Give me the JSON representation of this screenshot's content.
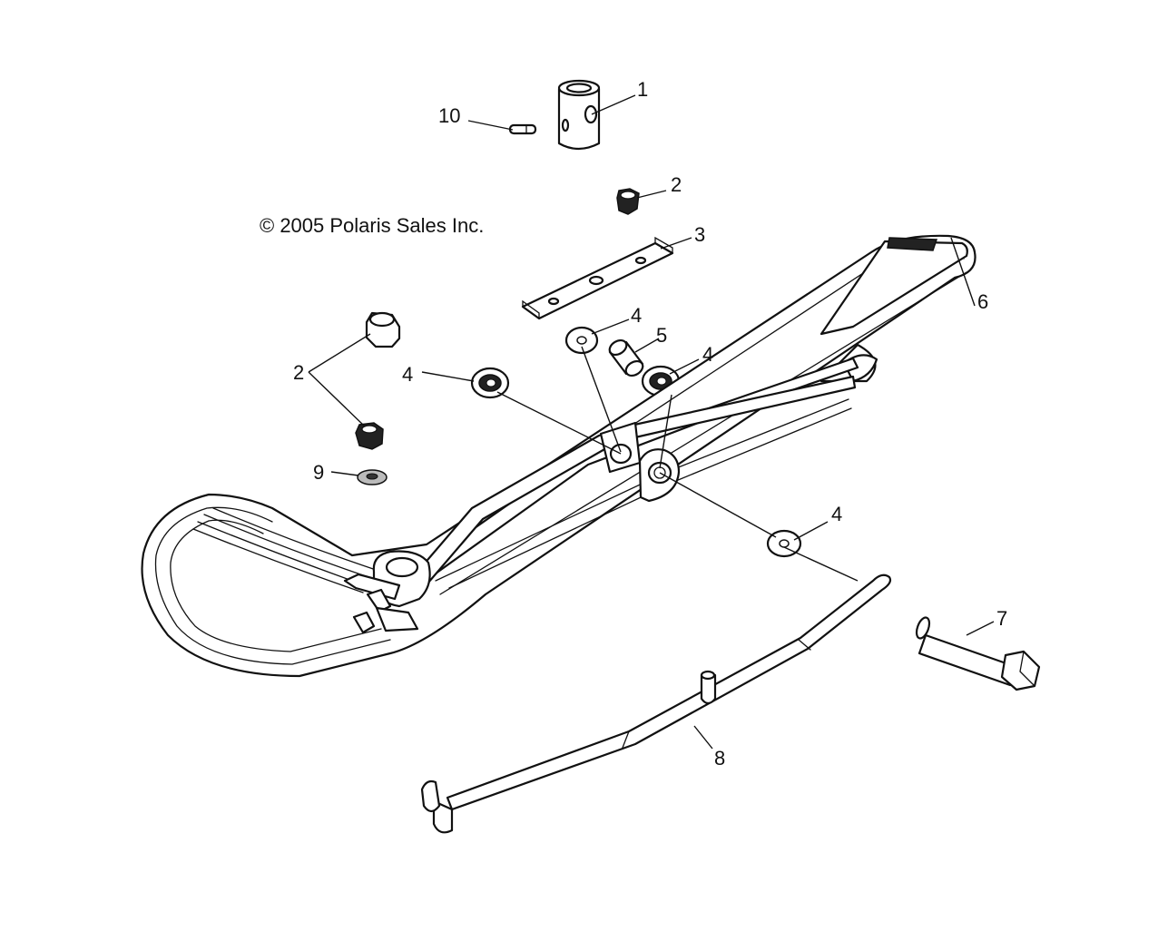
{
  "copyright": "© 2005 Polaris Sales Inc.",
  "callouts": [
    {
      "id": "spindle",
      "number": "1"
    },
    {
      "id": "pin",
      "number": "10"
    },
    {
      "id": "nut-top",
      "number": "2"
    },
    {
      "id": "plate",
      "number": "3"
    },
    {
      "id": "ski",
      "number": "6"
    },
    {
      "id": "washer-a",
      "number": "4"
    },
    {
      "id": "bushing",
      "number": "5"
    },
    {
      "id": "washer-b",
      "number": "4"
    },
    {
      "id": "washer-c",
      "number": "4"
    },
    {
      "id": "nut-pair",
      "number": "2"
    },
    {
      "id": "washer-small",
      "number": "9"
    },
    {
      "id": "washer-d",
      "number": "4"
    },
    {
      "id": "bolt",
      "number": "7"
    },
    {
      "id": "runner",
      "number": "8"
    }
  ]
}
